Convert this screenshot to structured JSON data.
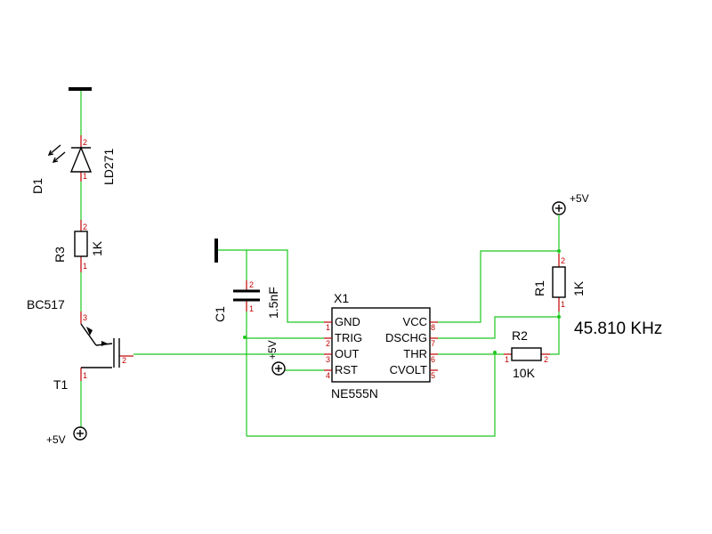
{
  "components": {
    "d1": {
      "ref": "D1",
      "value": "LD271",
      "pin1": "1",
      "pin2": "2"
    },
    "r3": {
      "ref": "R3",
      "value": "1K",
      "pin1": "1",
      "pin2": "2"
    },
    "t1": {
      "ref": "T1",
      "value": "BC517",
      "pin1": "1",
      "pin2": "2",
      "pin3": "3"
    },
    "c1": {
      "ref": "C1",
      "value": "1.5nF",
      "pin1": "1",
      "pin2": "2"
    },
    "x1": {
      "ref": "X1",
      "value": "NE555N",
      "left_pins": [
        {
          "num": "1",
          "name": "GND"
        },
        {
          "num": "2",
          "name": "TRIG"
        },
        {
          "num": "3",
          "name": "OUT"
        },
        {
          "num": "4",
          "name": "RST"
        }
      ],
      "right_pins": [
        {
          "num": "8",
          "name": "VCC"
        },
        {
          "num": "7",
          "name": "DSCHG"
        },
        {
          "num": "6",
          "name": "THR"
        },
        {
          "num": "5",
          "name": "CVOLT"
        }
      ]
    },
    "r1": {
      "ref": "R1",
      "value": "1K",
      "pin1": "1",
      "pin2": "2"
    },
    "r2": {
      "ref": "R2",
      "value": "10K",
      "pin1": "1",
      "pin2": "2"
    }
  },
  "power": {
    "vcc_top_right": "+5V",
    "vcc_bottom_left": "+5V",
    "vcc_mid": "+5V"
  },
  "annotations": {
    "frequency": "45.810 KHz"
  },
  "colors": {
    "wire": "#1ec81e",
    "pin_lead": "#c00000",
    "symbol": "#000000"
  }
}
